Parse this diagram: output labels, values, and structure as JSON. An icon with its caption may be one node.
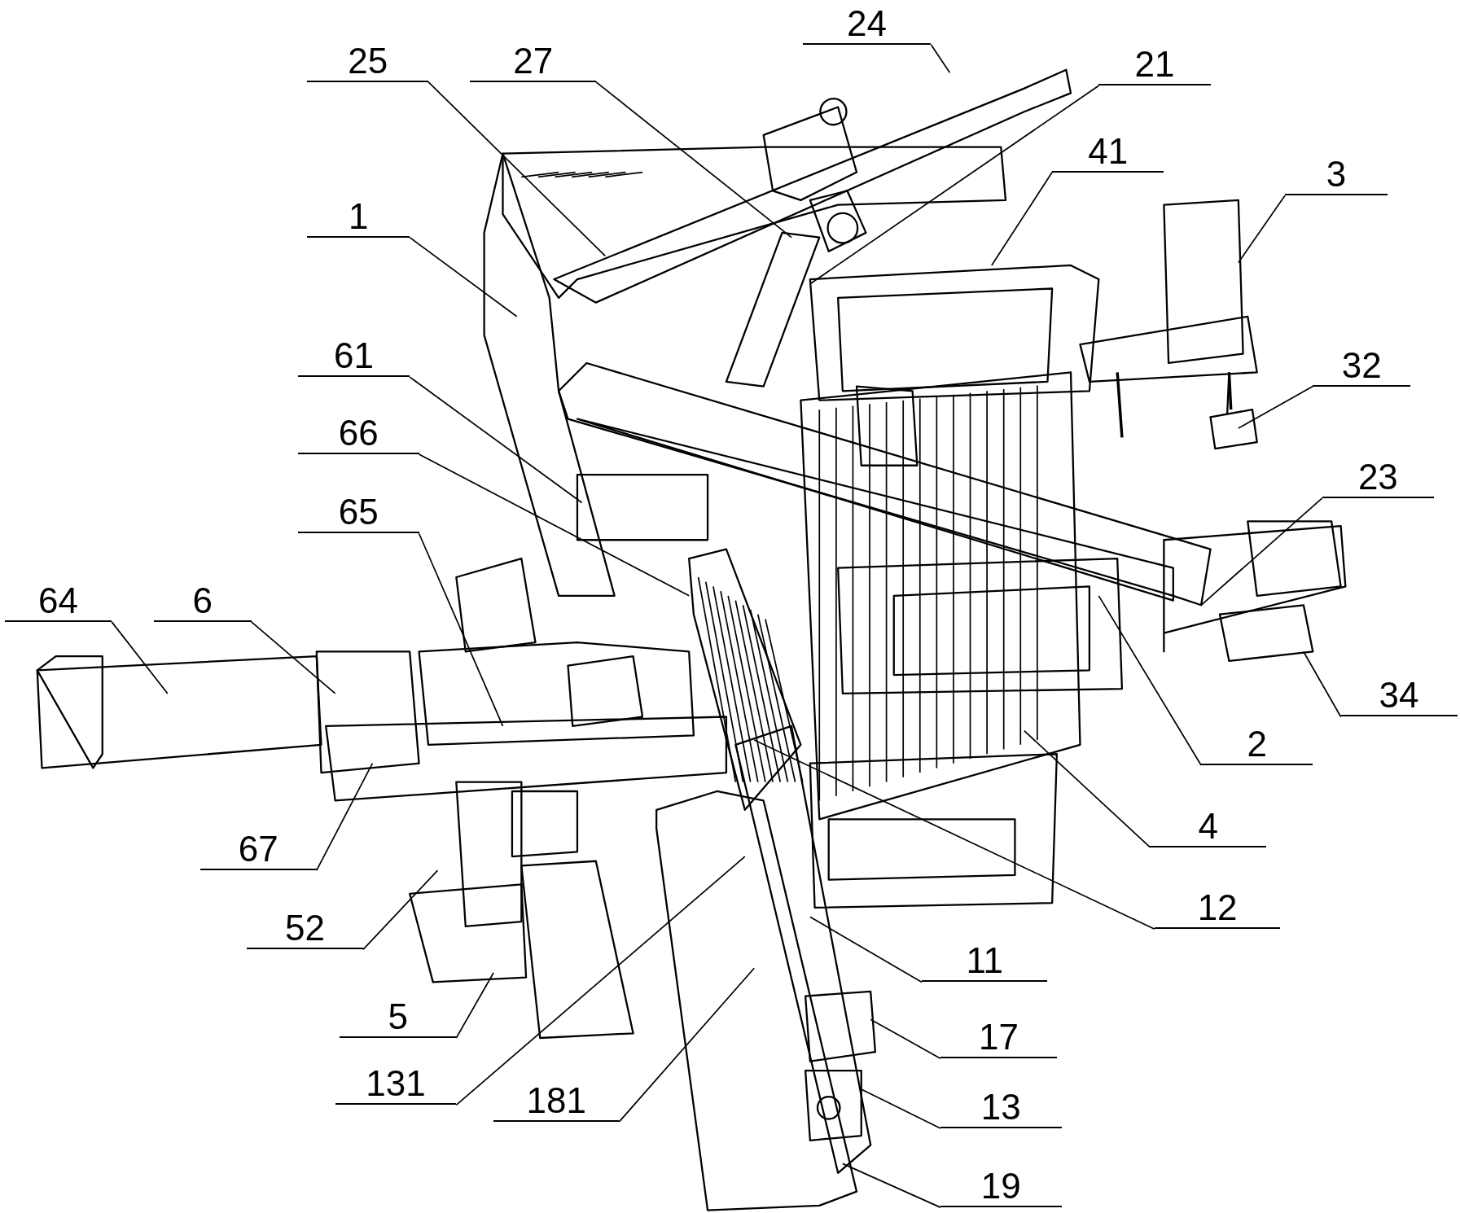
{
  "diagram": {
    "nodes": [
      {
        "text": [
          "24"
        ]
      },
      {
        "text": [
          "25"
        ]
      },
      {
        "text": [
          "27"
        ]
      },
      {
        "text": [
          "21"
        ]
      },
      {
        "text": [
          "41"
        ]
      },
      {
        "text": [
          "3"
        ]
      },
      {
        "text": [
          "1"
        ]
      },
      {
        "text": [
          "61"
        ]
      },
      {
        "text": [
          "32"
        ]
      },
      {
        "text": [
          "66"
        ]
      },
      {
        "text": [
          "23"
        ]
      },
      {
        "text": [
          "65"
        ]
      },
      {
        "text": [
          "64"
        ]
      },
      {
        "text": [
          "6"
        ]
      },
      {
        "text": [
          "34"
        ]
      },
      {
        "text": [
          "2"
        ]
      },
      {
        "text": [
          "4"
        ]
      },
      {
        "text": [
          "67"
        ]
      },
      {
        "text": [
          "12"
        ]
      },
      {
        "text": [
          "52"
        ]
      },
      {
        "text": [
          "11"
        ]
      },
      {
        "text": [
          "5"
        ]
      },
      {
        "text": [
          "17"
        ]
      },
      {
        "text": [
          "131"
        ]
      },
      {
        "text": [
          "181"
        ]
      },
      {
        "text": [
          "13"
        ]
      },
      {
        "text": [
          "19"
        ]
      }
    ],
    "edges": [
      {
        "from": 0,
        "to": null,
        "arrow": "none"
      },
      {
        "from": 1,
        "to": null,
        "arrow": "none"
      },
      {
        "from": 2,
        "to": null,
        "arrow": "none"
      },
      {
        "from": 3,
        "to": null,
        "arrow": "none"
      },
      {
        "from": 4,
        "to": null,
        "arrow": "none"
      },
      {
        "from": 5,
        "to": null,
        "arrow": "none"
      },
      {
        "from": 6,
        "to": null,
        "arrow": "none"
      },
      {
        "from": 7,
        "to": null,
        "arrow": "none"
      },
      {
        "from": 8,
        "to": null,
        "arrow": "none"
      },
      {
        "from": 9,
        "to": null,
        "arrow": "none"
      },
      {
        "from": 10,
        "to": null,
        "arrow": "none"
      },
      {
        "from": 11,
        "to": null,
        "arrow": "none"
      },
      {
        "from": 12,
        "to": null,
        "arrow": "none"
      },
      {
        "from": 13,
        "to": null,
        "arrow": "none"
      },
      {
        "from": 14,
        "to": null,
        "arrow": "none"
      },
      {
        "from": 15,
        "to": null,
        "arrow": "none"
      },
      {
        "from": 16,
        "to": null,
        "arrow": "none"
      },
      {
        "from": 17,
        "to": null,
        "arrow": "none"
      },
      {
        "from": 18,
        "to": null,
        "arrow": "none"
      },
      {
        "from": 19,
        "to": null,
        "arrow": "none"
      },
      {
        "from": 20,
        "to": null,
        "arrow": "none"
      },
      {
        "from": 21,
        "to": null,
        "arrow": "none"
      },
      {
        "from": 22,
        "to": null,
        "arrow": "none"
      },
      {
        "from": 23,
        "to": null,
        "arrow": "none"
      },
      {
        "from": 24,
        "to": null,
        "arrow": "none"
      },
      {
        "from": 25,
        "to": null,
        "arrow": "none"
      },
      {
        "from": 26,
        "to": null,
        "arrow": "none"
      }
    ]
  }
}
